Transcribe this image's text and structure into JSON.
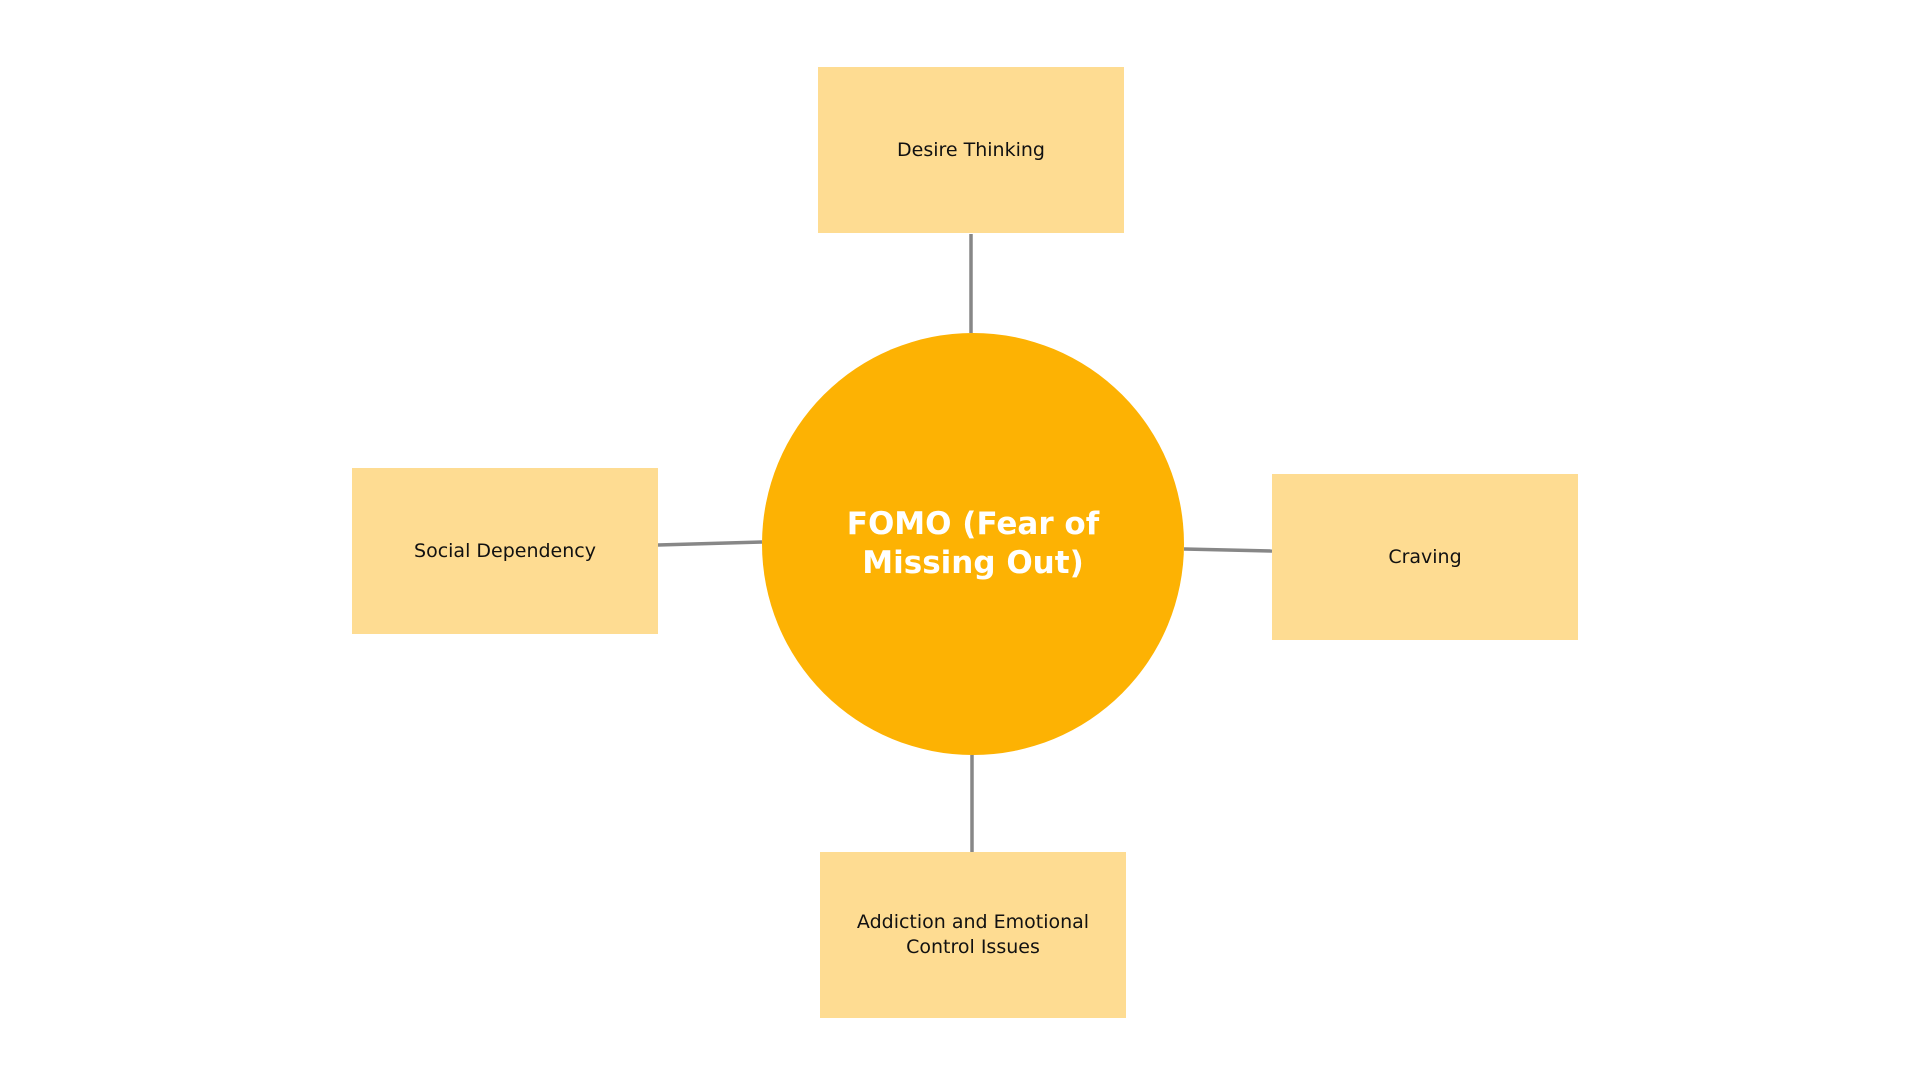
{
  "diagram": {
    "center": {
      "label": "FOMO (Fear of Missing Out)"
    },
    "nodes": {
      "top": {
        "label": "Desire Thinking"
      },
      "left": {
        "label": "Social Dependency"
      },
      "right": {
        "label": "Craving"
      },
      "bottom": {
        "label": "Addiction and Emotional Control Issues"
      }
    }
  },
  "colors": {
    "hub_fill": "#FDB203",
    "node_fill": "#FEDC92",
    "connector": "#878787",
    "hub_text": "#FFFFFF",
    "node_text": "#111111"
  }
}
